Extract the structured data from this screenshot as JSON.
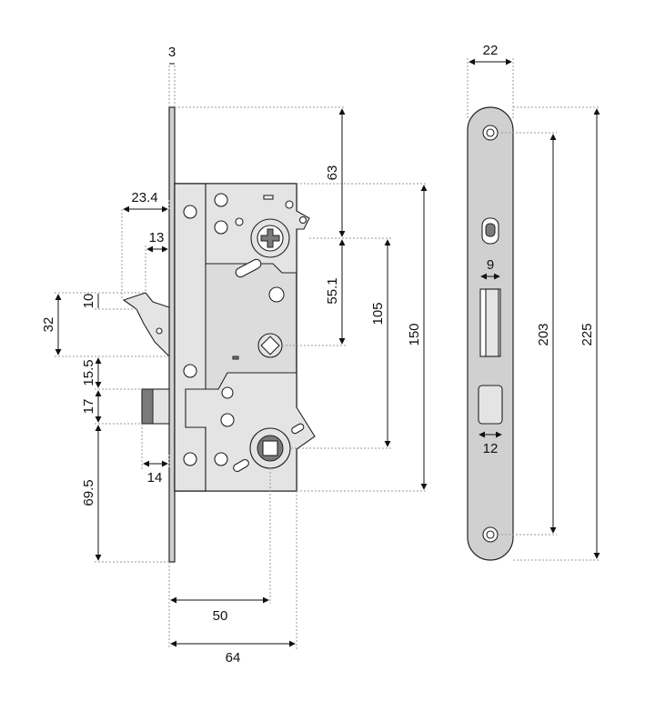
{
  "dimensions": {
    "faceplate_thickness": "3",
    "latch_projection": "23.4",
    "latch_depth": "13",
    "latch_height": "10",
    "latch_zone": "32",
    "gap_latch_bolt": "15.5",
    "bolt_height": "17",
    "bolt_depth": "14",
    "bolt_to_bottom": "69.5",
    "top_to_spindle": "63",
    "spindle_to_key": "55.1",
    "key_to_cylinder": "105",
    "body_height": "150",
    "backset_cylinder": "50",
    "case_depth": "64",
    "plate_width": "22",
    "plate_screw_spacing": "203",
    "plate_length": "225",
    "slot_width": "9",
    "opening_width": "12"
  },
  "arrow_marker_color": "#111111",
  "line_color": "#222222"
}
